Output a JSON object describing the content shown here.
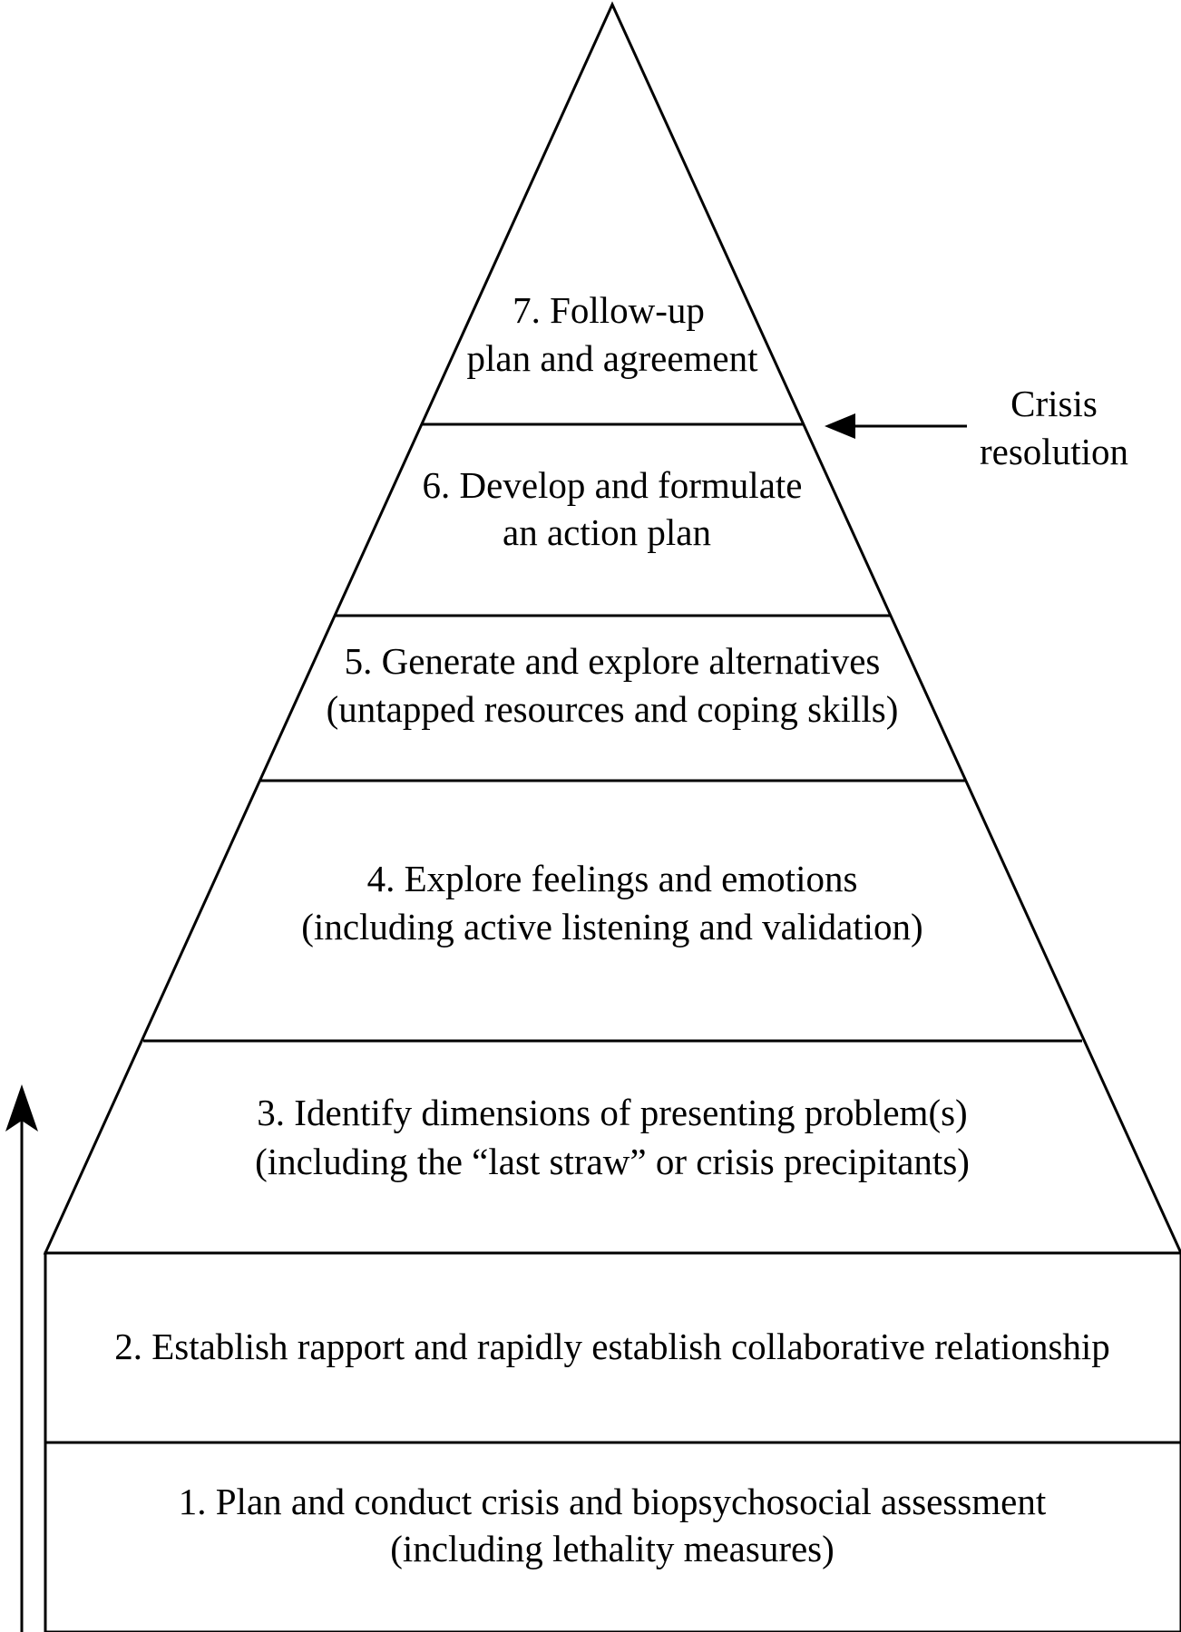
{
  "steps": [
    {
      "number": "1.",
      "line1": "1. Plan and conduct crisis and biopsychosocial assessment",
      "line2": "(including lethality measures)"
    },
    {
      "number": "2.",
      "line1": "2. Establish rapport and rapidly establish collaborative relationship",
      "line2": ""
    },
    {
      "number": "3.",
      "line1": "3. Identify dimensions of presenting problem(s)",
      "line2": "(including the “last straw” or crisis precipitants)"
    },
    {
      "number": "4.",
      "line1": "4. Explore feelings and emotions",
      "line2": "(including active listening and validation)"
    },
    {
      "number": "5.",
      "line1": "5. Generate and explore alternatives",
      "line2": "(untapped resources and coping skills)"
    },
    {
      "number": "6.",
      "line1": "6. Develop and formulate",
      "line2": "an action plan"
    },
    {
      "number": "7.",
      "line1": "7. Follow-up",
      "line2": "plan and agreement"
    }
  ],
  "annotation": {
    "line1": "Crisis",
    "line2": "resolution"
  },
  "colors": {
    "stroke": "#000000",
    "background": "#ffffff"
  }
}
